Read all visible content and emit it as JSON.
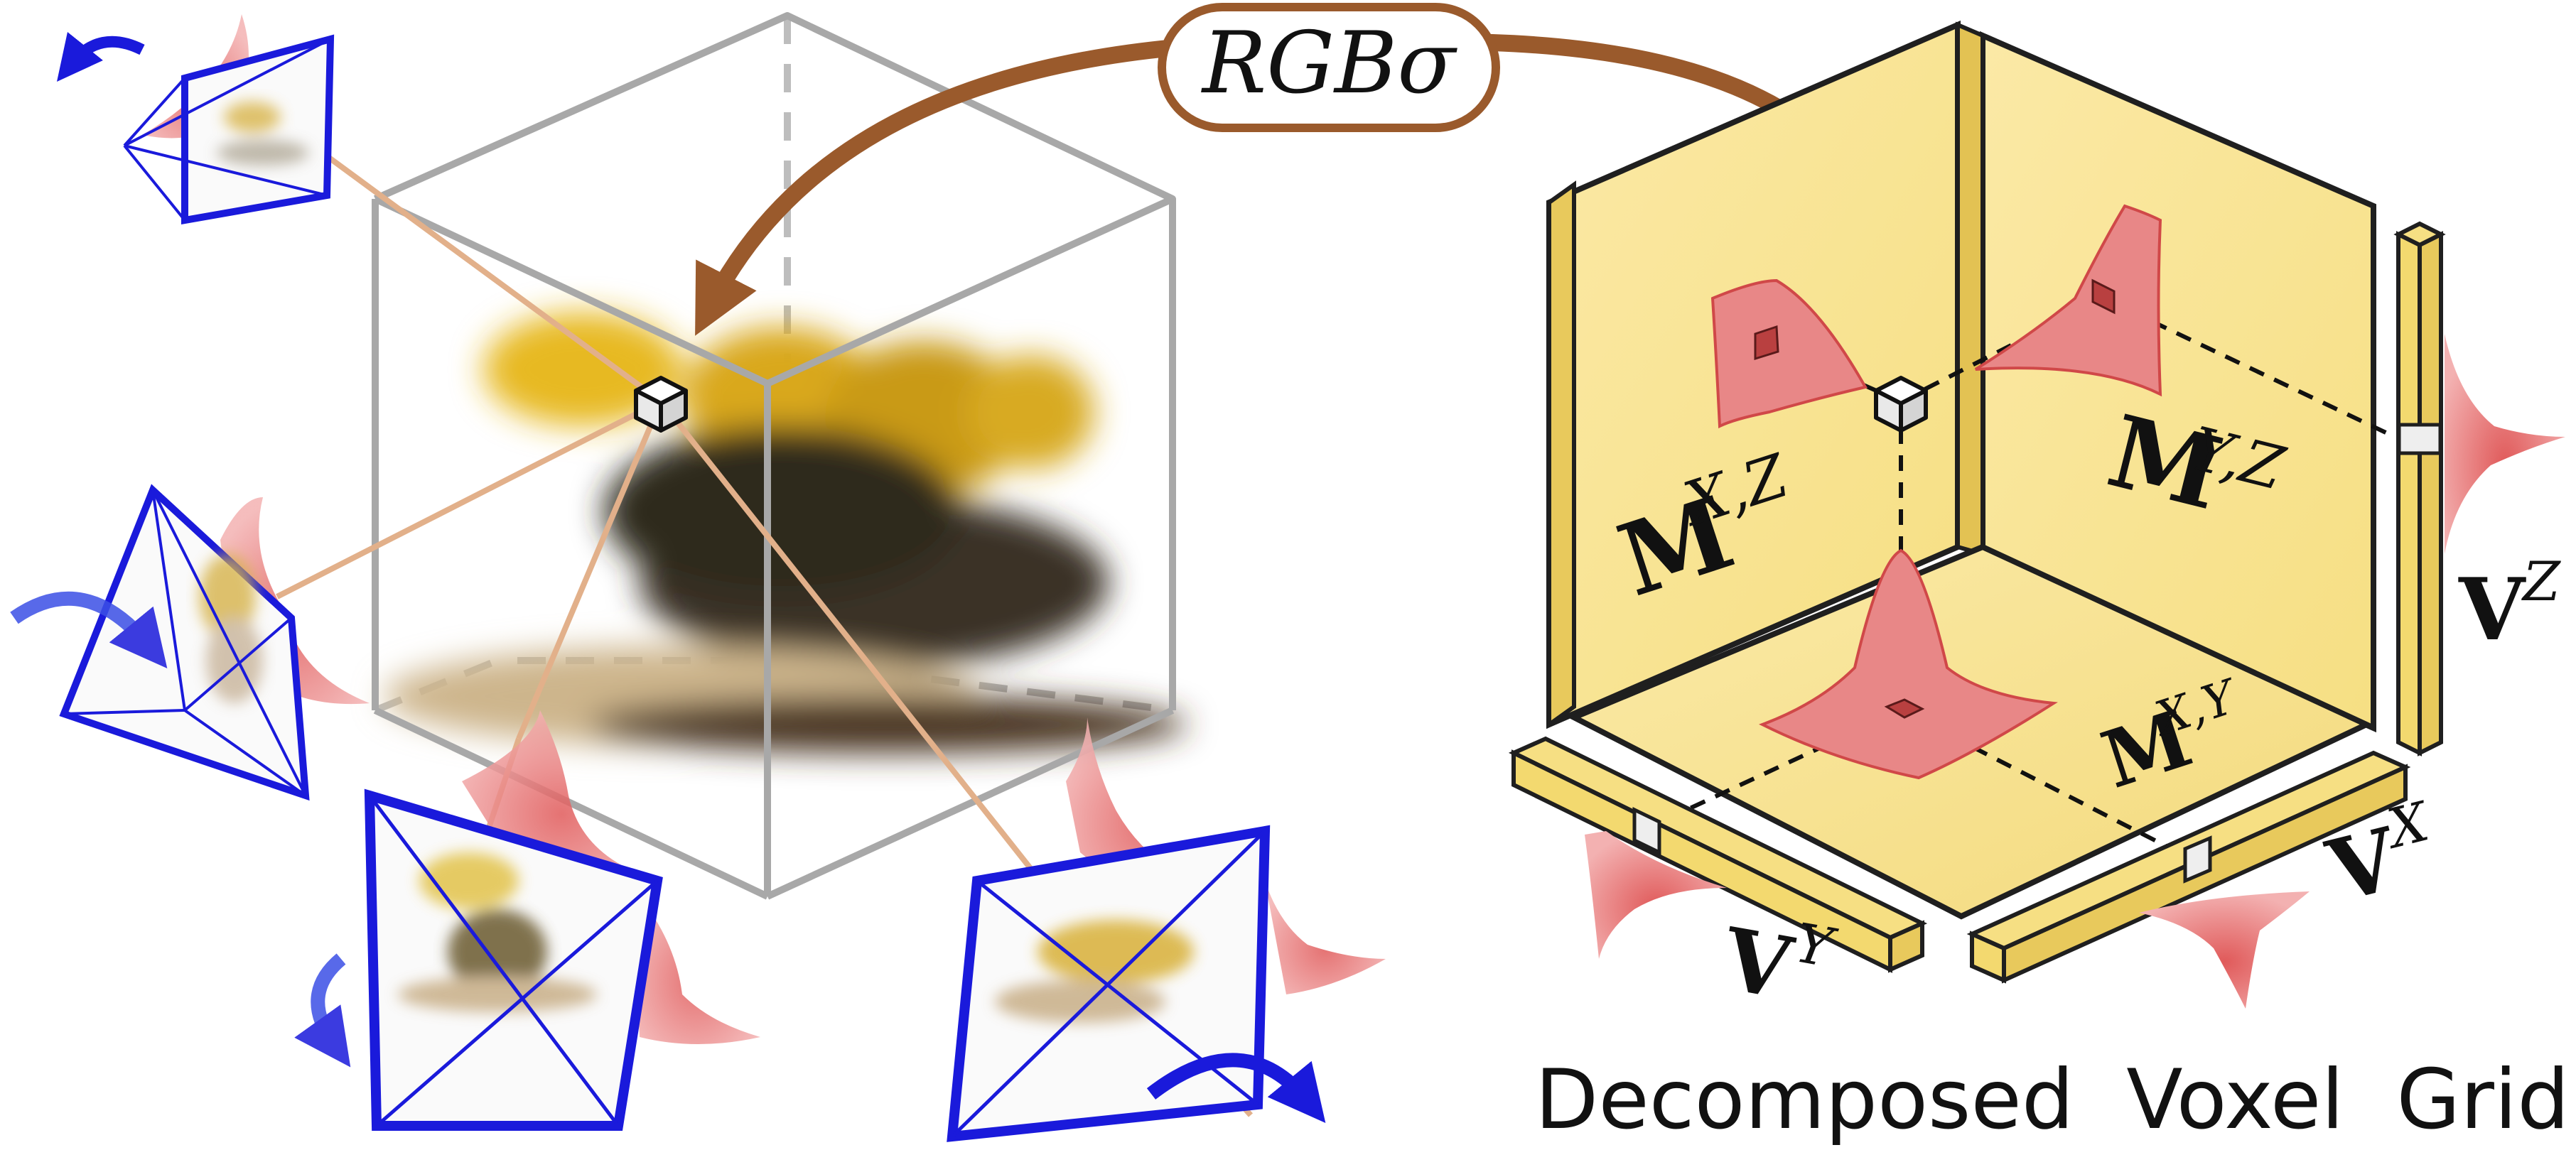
{
  "rgb_label": "RGBσ",
  "planes": {
    "xz": {
      "base": "M",
      "sup": "X,Z"
    },
    "yz": {
      "base": "M",
      "sup": "Y,Z"
    },
    "xy": {
      "base": "M",
      "sup": "X,Y"
    }
  },
  "vectors": {
    "z": {
      "base": "V",
      "sup": "Z"
    },
    "x": {
      "base": "V",
      "sup": "X"
    },
    "y": {
      "base": "V",
      "sup": "Y"
    }
  },
  "caption": "Decomposed  Voxel  Grid",
  "colors": {
    "camera": "#1a1adb",
    "ray": "#e2b08a",
    "cube": "#a8a8a8",
    "arrow": "#9a5a2c",
    "plane_fill": "#f6e08a",
    "plane_edge": "#1f1f1f",
    "gaussian": "#e06666"
  }
}
